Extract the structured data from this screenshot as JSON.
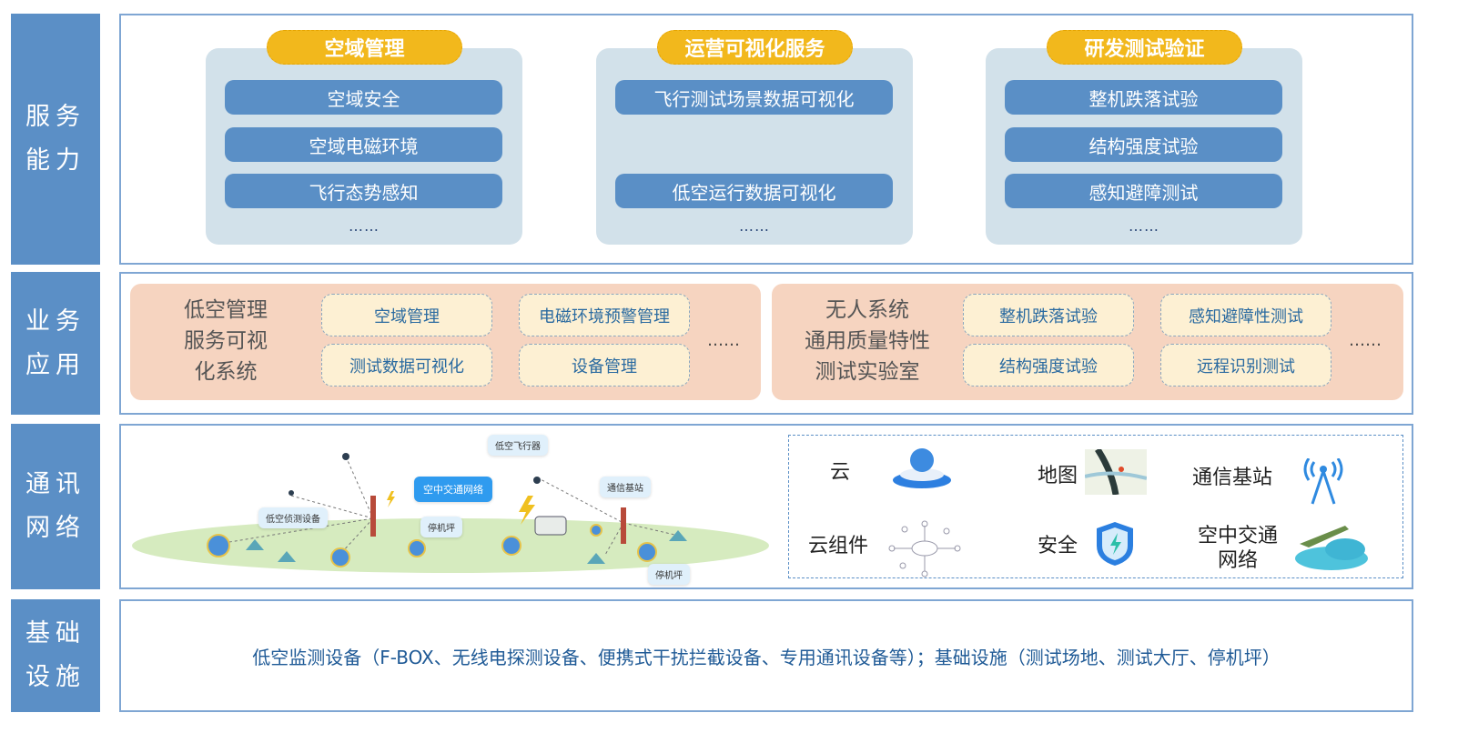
{
  "layers": {
    "service": "服务能力",
    "business": "业务应用",
    "network": "通讯网络",
    "infra": "基础设施"
  },
  "service_cards": [
    {
      "title": "空域管理",
      "items": [
        "空域安全",
        "空域电磁环境",
        "飞行态势感知"
      ],
      "more": "……"
    },
    {
      "title": "运营可视化服务",
      "items": [
        "飞行测试场景数据可视化",
        "低空运行数据可视化"
      ],
      "more": "……"
    },
    {
      "title": "研发测试验证",
      "items": [
        "整机跌落试验",
        "结构强度试验",
        "感知避障测试"
      ],
      "more": "……"
    }
  ],
  "business_panels": [
    {
      "title_lines": [
        "低空管理",
        "服务可视",
        "化系统"
      ],
      "cells": [
        "空域管理",
        "电磁环境预警管理",
        "测试数据可视化",
        "设备管理"
      ],
      "more": "……"
    },
    {
      "title_lines": [
        "无人系统",
        "通用质量特性",
        "测试实验室"
      ],
      "cells": [
        "整机跌落试验",
        "感知避障性测试",
        "结构强度试验",
        "远程识别测试"
      ],
      "more": "……"
    }
  ],
  "network_scene": {
    "labels": [
      "低空飞行器",
      "空中交通网络",
      "通信基站",
      "低空侦测设备",
      "停机坪",
      "停机坪"
    ]
  },
  "network_icons": [
    {
      "label": "云",
      "icon": "cloud-server-icon"
    },
    {
      "label": "地图",
      "icon": "map-icon"
    },
    {
      "label": "通信基站",
      "icon": "antenna-icon"
    },
    {
      "label": "云组件",
      "icon": "cloud-components-icon"
    },
    {
      "label": "安全",
      "icon": "shield-icon"
    },
    {
      "label_lines": [
        "空中交通",
        "网络"
      ],
      "icon": "airplane-cloud-icon"
    }
  ],
  "infra_text": "低空监测设备（F-BOX、无线电探测设备、便携式干扰拦截设备、专用通讯设备等）；基础设施（测试场地、测试大厅、停机坪）",
  "colors": {
    "side": "#5b8fc6",
    "tag": "#f2b81c",
    "item": "#5a8fc6",
    "panel": "#f6d4c0",
    "cell": "#fdf0d3"
  }
}
